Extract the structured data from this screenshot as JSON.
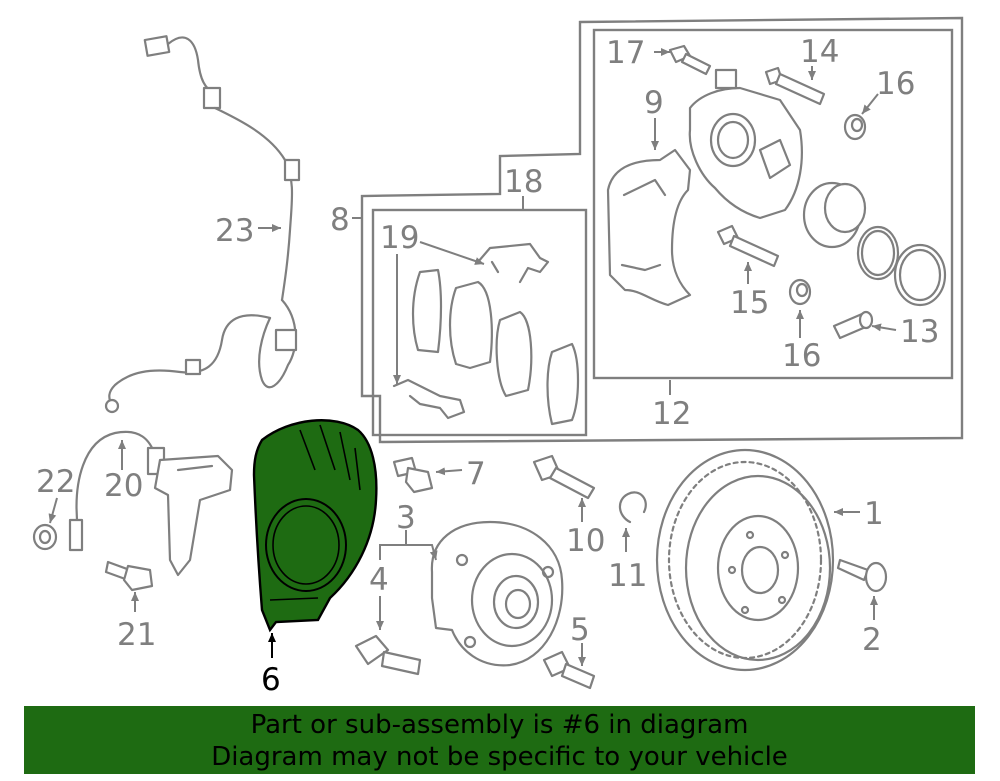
{
  "colors": {
    "line": "#7f7f7f",
    "highlight_fill": "#1e6b12",
    "highlight_stroke": "#000000",
    "banner_bg": "#1e6b12"
  },
  "highlighted_part": "6",
  "callouts": {
    "p1": "1",
    "p2": "2",
    "p3": "3",
    "p4": "4",
    "p5": "5",
    "p6": "6",
    "p7": "7",
    "p8": "8",
    "p9": "9",
    "p10": "10",
    "p11": "11",
    "p12": "12",
    "p13": "13",
    "p14": "14",
    "p15": "15",
    "p16a": "16",
    "p16b": "16",
    "p17": "17",
    "p18": "18",
    "p19": "19",
    "p20": "20",
    "p21": "21",
    "p22": "22",
    "p23": "23"
  },
  "banner": {
    "line1": "Part or sub-assembly is #6 in diagram",
    "line2": "Diagram may not be specific to your vehicle"
  }
}
